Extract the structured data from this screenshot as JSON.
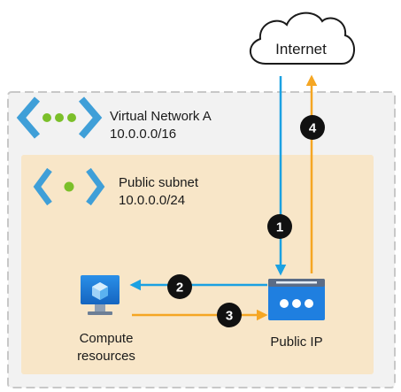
{
  "internet": {
    "label": "Internet"
  },
  "vnet": {
    "name": "Virtual Network A",
    "cidr": "10.0.0.0/16"
  },
  "subnet": {
    "name": "Public subnet",
    "cidr": "10.0.0.0/24"
  },
  "compute": {
    "line1": "Compute",
    "line2": "resources"
  },
  "public_ip": {
    "label": "Public IP"
  },
  "steps": [
    "1",
    "2",
    "3",
    "4"
  ],
  "colors": {
    "vnet_fill": "#f2f2f2",
    "vnet_border": "#c8c8c8",
    "subnet_fill": "#f8e6c8",
    "inbound_arrow": "#1ba1e2",
    "outbound_arrow": "#f5a623",
    "badge": "#111111",
    "vnet_icon_bracket": "#3f9fd8",
    "vnet_icon_dot": "#7bbf2a",
    "public_ip_header": "#5b6c86",
    "public_ip_body": "#1f7fe0"
  }
}
